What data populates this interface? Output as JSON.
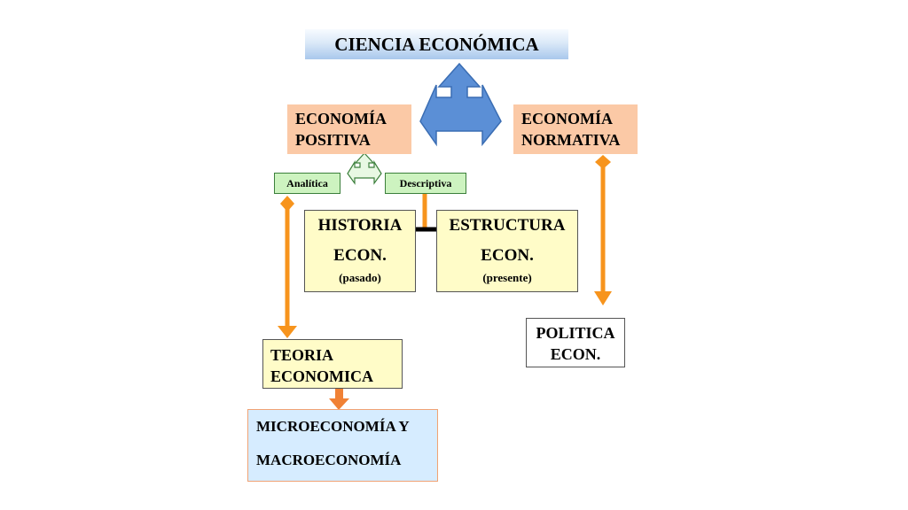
{
  "title": "CIENCIA ECONÓMICA",
  "positiva": {
    "line1": "ECONOMÍA",
    "line2": "POSITIVA"
  },
  "normativa": {
    "line1": "ECONOMÍA",
    "line2": "NORMATIVA"
  },
  "analitica": "Analítica",
  "descriptiva": "Descriptiva",
  "historia": {
    "line1": "HISTORIA",
    "line2": "ECON.",
    "line3": "(pasado)"
  },
  "estructura": {
    "line1": "ESTRUCTURA",
    "line2": "ECON.",
    "line3": "(presente)"
  },
  "teoria": {
    "line1": "TEORIA",
    "line2": "ECONOMICA"
  },
  "politica": {
    "line1": "POLITICA",
    "line2": "ECON."
  },
  "micro": {
    "line1": "MICROECONOMÍA Y",
    "line2": "MACROECONOMÍA"
  },
  "colors": {
    "blue_arrow": "#5b8fd6",
    "orange_arrow": "#f7941d",
    "peach_box": "#fbc9a6",
    "green_tag": "#cdf3c0",
    "yellow_box": "#fffcc8",
    "light_blue_box": "#d6ecff"
  }
}
